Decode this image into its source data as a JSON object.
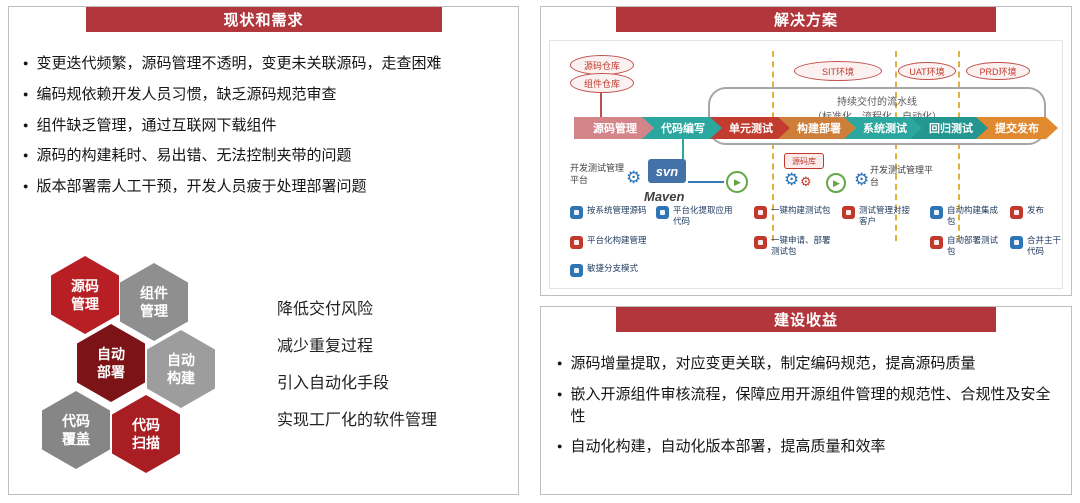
{
  "left_panel": {
    "title": "现状和需求",
    "bullets": [
      "变更迭代频繁，源码管理不透明，变更未关联源码，走查困难",
      "编码规依赖开发人员习惯，缺乏源码规范审查",
      "组件缺乏管理，通过互联网下载组件",
      "源码的构建耗时、易出错、无法控制夹带的问题",
      "版本部署需人工干预，开发人员疲于处理部署问题"
    ],
    "hexagons": [
      {
        "label": "源码管理",
        "color": "#b71f24"
      },
      {
        "label": "组件管理",
        "color": "#8f8f8f"
      },
      {
        "label": "自动部署",
        "color": "#7c1316"
      },
      {
        "label": "自动构建",
        "color": "#9d9d9d"
      },
      {
        "label": "代码覆盖",
        "color": "#868686"
      },
      {
        "label": "代码扫描",
        "color": "#a81e22"
      }
    ],
    "goals": [
      "降低交付风险",
      "减少重复过程",
      "引入自动化手段",
      "实现工厂化的软件管理"
    ]
  },
  "solution_panel": {
    "title": "解决方案",
    "repos": [
      {
        "label": "源码仓库"
      },
      {
        "label": "组件仓库"
      }
    ],
    "environments": [
      {
        "label": "SIT环境"
      },
      {
        "label": "UAT环境"
      },
      {
        "label": "PRD环境"
      }
    ],
    "pipeline_title": "持续交付的流水线",
    "pipeline_subtitle": "（标准化、流程化、自动化）",
    "stages": [
      {
        "label": "源码管理",
        "color": "#d4858a"
      },
      {
        "label": "代码编写",
        "color": "#2ba7a0"
      },
      {
        "label": "单元测试",
        "color": "#c23b2f"
      },
      {
        "label": "构建部署",
        "color": "#cd7f3a"
      },
      {
        "label": "系统测试",
        "color": "#2ba7a0"
      },
      {
        "label": "回归测试",
        "color": "#23968f"
      },
      {
        "label": "提交发布",
        "color": "#e0892e"
      }
    ],
    "platform_left": "开发测试管理平台",
    "platform_right": "开发测试管理平台",
    "svn_label": "svn",
    "maven_label": "Maven",
    "source_repo_tag": "源码库",
    "features": [
      {
        "label": "按系统管理源码",
        "color": "#2e75b6"
      },
      {
        "label": "平台化提取应用代码",
        "color": "#2e75b6"
      },
      {
        "label": "一键构建测试包",
        "color": "#c0392b"
      },
      {
        "label": "测试管理对接客户",
        "color": "#c0392b"
      },
      {
        "label": "自动构建集成包",
        "color": "#2e75b6"
      },
      {
        "label": "发布",
        "color": "#c0392b"
      },
      {
        "label": "平台化构建管理",
        "color": "#c0392b"
      },
      {
        "label": "一键申请、部署测试包",
        "color": "#c0392b"
      },
      {
        "label": "自动部署测试包",
        "color": "#c0392b"
      },
      {
        "label": "合并主干代码",
        "color": "#2e75b6"
      },
      {
        "label": "敏捷分支模式",
        "color": "#2e75b6"
      }
    ]
  },
  "benefit_panel": {
    "title": "建设收益",
    "bullets": [
      "源码增量提取，对应变更关联，制定编码规范，提高源码质量",
      "嵌入开源组件审核流程，保障应用开源组件管理的规范性、合规性及安全性",
      "自动化构建，自动化版本部署，提高质量和效率"
    ]
  }
}
